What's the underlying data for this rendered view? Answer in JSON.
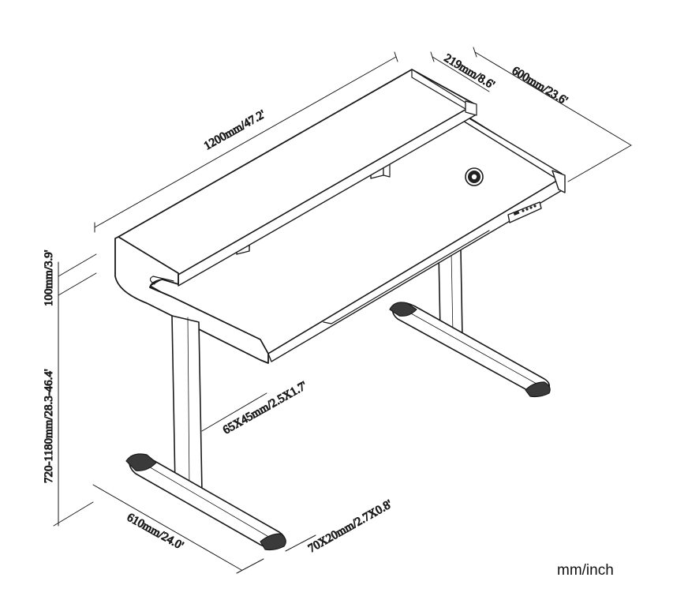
{
  "dimensions": {
    "width": "1200mm/47.2'",
    "shelf_depth": "219mm/8.6'",
    "depth": "600mm/23.6'",
    "shelf_height": "100mm/3.9'",
    "height_range": "720-1180mm/28.3-46.4'",
    "column_size": "65X45mm/2.5X1.7'",
    "foot_length": "610mm/24.0'",
    "foot_size": "70X20mm/2.7X0.8'"
  },
  "unit_label": "mm/inch",
  "colors": {
    "line": "#1a1a1a",
    "text": "#222222",
    "background": "#ffffff"
  },
  "icons": [
    "wireless-charger-icon",
    "control-panel-icon"
  ]
}
